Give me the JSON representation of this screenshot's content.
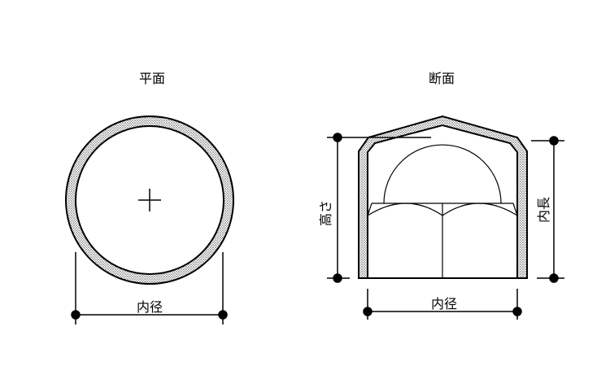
{
  "plan": {
    "title": "平面",
    "dimension_label": "内径"
  },
  "section": {
    "title": "断面",
    "inner_diameter_label": "内径",
    "height_label": "高さ",
    "inner_length_label": "内長"
  },
  "colors": {
    "line": "#000000",
    "background": "#ffffff"
  }
}
